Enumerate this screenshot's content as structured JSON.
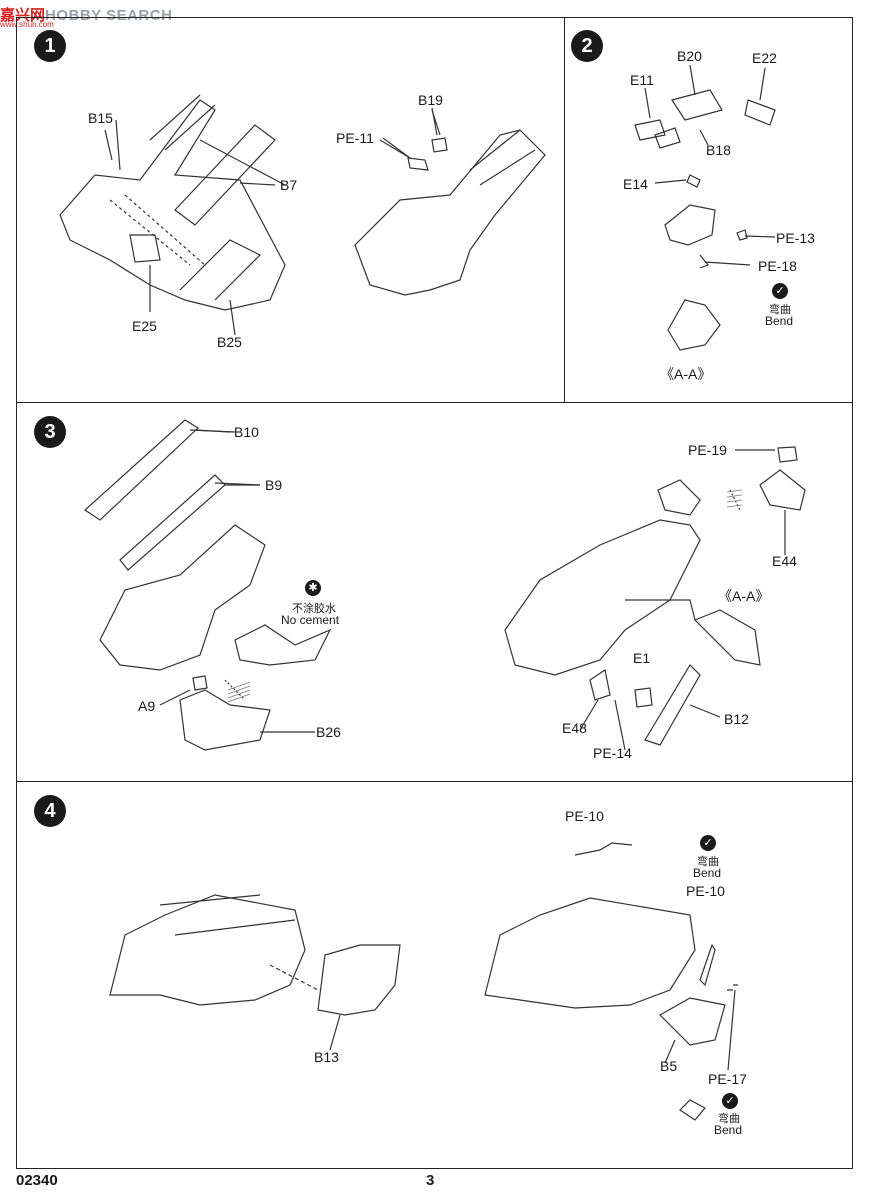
{
  "watermark": {
    "cn": "嘉兴网",
    "en": "HOBBY SEARCH",
    "sub": "www.shun.com"
  },
  "steps": {
    "s1": {
      "number": "1",
      "labels": [
        "B15",
        "B7",
        "E25",
        "B25",
        "B19",
        "PE-11"
      ]
    },
    "s2": {
      "number": "2",
      "labels": [
        "B20",
        "E22",
        "E11",
        "B18",
        "E14",
        "PE-13",
        "PE-18"
      ],
      "bend_cn": "弯曲",
      "bend_en": "Bend",
      "section": "《A-A》"
    },
    "s3": {
      "number": "3",
      "labels": [
        "B10",
        "B9",
        "A9",
        "B26",
        "PE-19",
        "E44",
        "E1",
        "B12",
        "E48",
        "PE-14"
      ],
      "nocement_cn": "不涂胶水",
      "nocement_en": "No cement",
      "section": "《A-A》"
    },
    "s4": {
      "number": "4",
      "labels": [
        "B13",
        "PE-10",
        "PE-10",
        "B5",
        "PE-17"
      ],
      "bend1_cn": "弯曲",
      "bend1_en": "Bend",
      "bend2_cn": "弯曲",
      "bend2_en": "Bend"
    }
  },
  "footer": {
    "code": "02340",
    "page": "3"
  },
  "icons": {
    "bend": "bend-icon",
    "no_cement": "no-cement-icon"
  }
}
